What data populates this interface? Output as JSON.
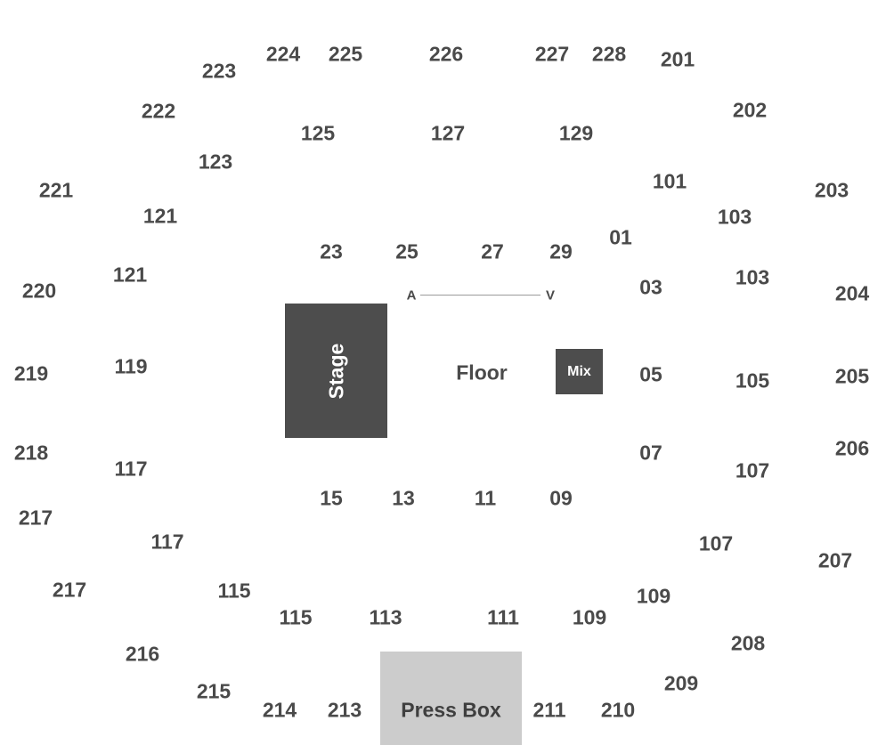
{
  "stage_label": "Stage",
  "floor_label": "Floor",
  "mix_label": "Mix",
  "press_box_label": "Press Box",
  "av_left": "A",
  "av_right": "V",
  "colors": {
    "block": "#4d4d4d",
    "press_box": "#cccccc",
    "text": "#4a4a4a"
  },
  "sections": [
    "224",
    "225",
    "226",
    "227",
    "228",
    "201",
    "223",
    "222",
    "202",
    "125",
    "127",
    "129",
    "123",
    "101",
    "221",
    "203",
    "121",
    "103",
    "01",
    "23",
    "25",
    "27",
    "29",
    "121",
    "103",
    "220",
    "03",
    "204",
    "119",
    "05",
    "105",
    "219",
    "205",
    "218",
    "07",
    "206",
    "117",
    "107",
    "15",
    "13",
    "11",
    "09",
    "217",
    "117",
    "107",
    "207",
    "217",
    "115",
    "109",
    "115",
    "113",
    "111",
    "109",
    "208",
    "216",
    "209",
    "215",
    "214",
    "213",
    "211",
    "210"
  ]
}
